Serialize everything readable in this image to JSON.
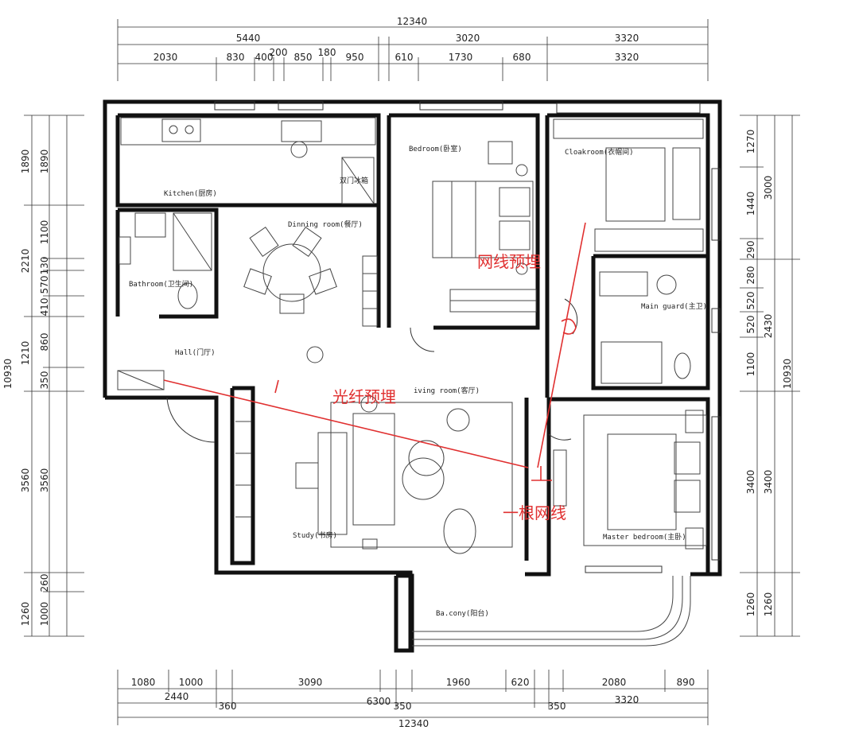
{
  "dimensions": {
    "top_total": "12340",
    "top_row2": [
      "5440",
      "3020",
      "3320"
    ],
    "top_row3": [
      "2030",
      "830",
      "400",
      "200",
      "850",
      "180",
      "950",
      "610",
      "1730",
      "680",
      "3320"
    ],
    "bottom_row1": [
      "1080",
      "1000",
      "3090",
      "1960",
      "620",
      "2080",
      "890"
    ],
    "bottom_row2": [
      "2440",
      "360",
      "6300",
      "350",
      "350",
      "3320"
    ],
    "bottom_total": "12340",
    "left_outer": [
      "1890",
      "2210",
      "1210",
      "3560",
      "1260"
    ],
    "left_inner": [
      "1890",
      "1100",
      "130",
      "570",
      "410",
      "860",
      "350",
      "3560",
      "260",
      "1000"
    ],
    "left_total": "10930",
    "right_outer": [
      "3000",
      "2430",
      "3400",
      "1260"
    ],
    "right_inner": [
      "1270",
      "1440",
      "290",
      "280",
      "520",
      "520",
      "1100",
      "3400",
      "1260"
    ],
    "right_total": "10930"
  },
  "rooms": {
    "kitchen": "Kitchen(厨房)",
    "fridge": "双门冰箱",
    "dining": "Dinning room(餐厅)",
    "bathroom": "Bathroom(卫生间)",
    "hall": "Hall(门厅)",
    "bedroom": "Bedroom(卧室)",
    "cloakroom": "Cloakroom(衣帽间)",
    "main_guard": "Main guard(主卫)",
    "living": "iving room(客厅)",
    "study": "Study(书房)",
    "master": "Master bedroom(主卧)",
    "balcony": "Ba.cony(阳台)"
  },
  "annotations": {
    "network_pre": "网线预埋",
    "fiber_pre": "光纤预埋",
    "one_cable": "一根网线"
  },
  "colors": {
    "annotation": "#e03030",
    "wall": "#111111"
  }
}
